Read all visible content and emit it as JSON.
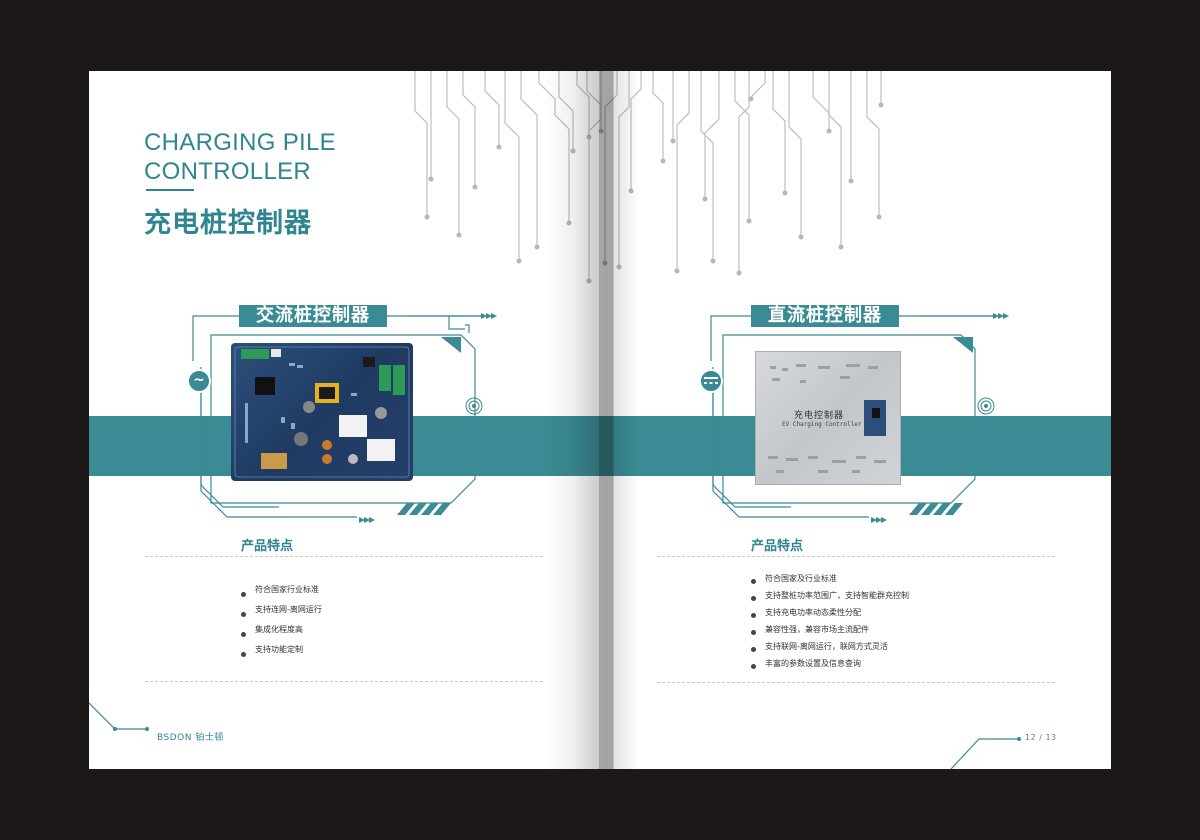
{
  "title": {
    "en_line1": "CHARGING PILE",
    "en_line2": "CONTROLLER",
    "cn": "充电桩控制器"
  },
  "left": {
    "label": "交流桩控制器",
    "feature_title": "产品特点",
    "features": [
      "符合国家行业标准",
      "支持连网-离网运行",
      "集成化程度高",
      "支持功能定制"
    ],
    "badge_icon": "ac-wave-icon",
    "badge_glyph": "~"
  },
  "right": {
    "label": "直流桩控制器",
    "feature_title": "产品特点",
    "features": [
      "符合国家及行业标准",
      "支持整桩功率范围广，支持智能群充控制",
      "支持充电功率动态柔性分配",
      "兼容性强，兼容市场主流配件",
      "支持联网-离网运行，联网方式灵活",
      "丰富的参数设置及信息查询"
    ],
    "badge_icon": "dc-icon",
    "product_label_cn": "充电控制器",
    "product_label_en": "EV Charging Controller"
  },
  "footer": {
    "brand": "BSDON 铂士顿",
    "pages": "12  /  13"
  },
  "colors": {
    "accent": "#3a8b93",
    "title": "#2f8590",
    "background": "#1b1817"
  }
}
